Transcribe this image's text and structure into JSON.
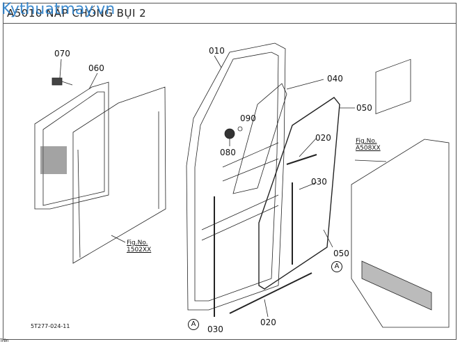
{
  "header": {
    "title": "A5010 NẮP CHỐNG BỤI 2",
    "watermark": "Kythuatmay.vn"
  },
  "parts": [
    {
      "id": "p070",
      "label": "070"
    },
    {
      "id": "p060",
      "label": "060"
    },
    {
      "id": "p010",
      "label": "010"
    },
    {
      "id": "p040",
      "label": "040"
    },
    {
      "id": "p050a",
      "label": "050"
    },
    {
      "id": "p090",
      "label": "090"
    },
    {
      "id": "p080",
      "label": "080"
    },
    {
      "id": "p020a",
      "label": "020"
    },
    {
      "id": "p030a",
      "label": "030"
    },
    {
      "id": "p050b",
      "label": "050"
    },
    {
      "id": "p030b",
      "label": "030"
    },
    {
      "id": "p020b",
      "label": "020"
    }
  ],
  "references": {
    "left": {
      "line1": "Fig.No.",
      "line2": "1502XX"
    },
    "right": {
      "line1": "Fig.No.",
      "line2": "A508XX"
    }
  },
  "markers": {
    "a1": "A",
    "a2": "A"
  },
  "footer": {
    "code": "5T277-024-11",
    "corner": "Trên"
  }
}
